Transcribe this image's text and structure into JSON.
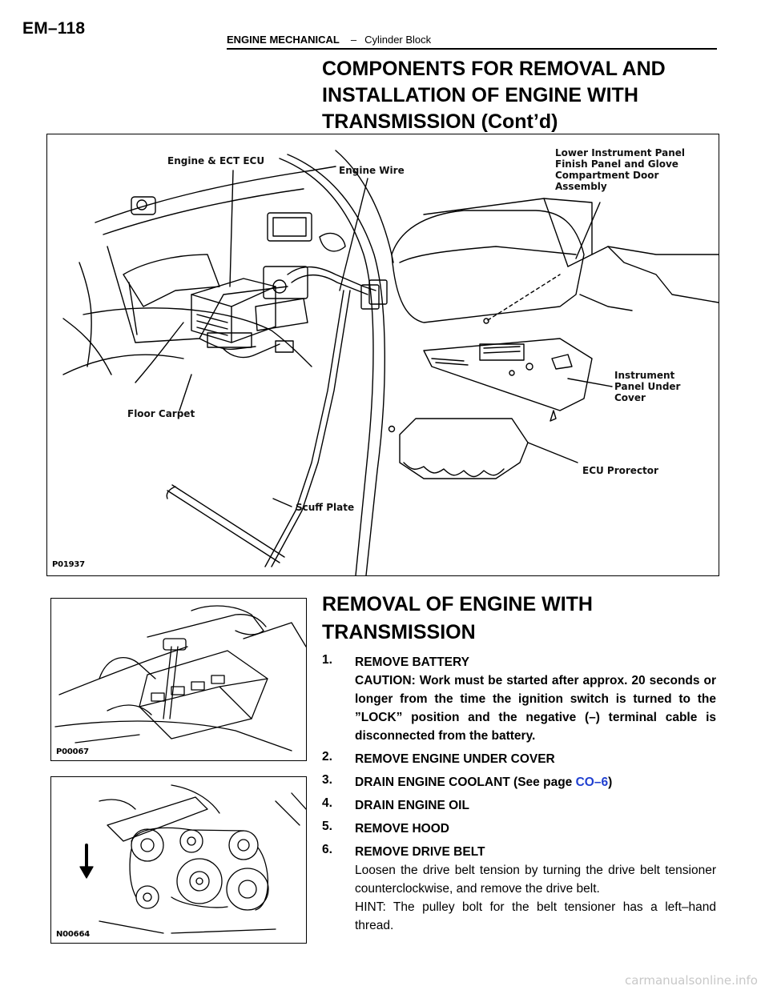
{
  "header": {
    "page_number": "EM–118",
    "section": "ENGINE MECHANICAL",
    "separator": "–",
    "subsection": "Cylinder Block"
  },
  "components_title": {
    "line1": "COMPONENTS FOR REMOVAL AND",
    "line2": "INSTALLATION OF ENGINE WITH",
    "line3": "TRANSMISSION (Cont’d)"
  },
  "main_figure": {
    "code": "P01937",
    "labels": {
      "ecu": "Engine & ECT ECU",
      "engine_wire": "Engine Wire",
      "glove_l1": "Lower Instrument Panel",
      "glove_l2": "Finish Panel and Glove",
      "glove_l3": "Compartment Door",
      "glove_l4": "Assembly",
      "under_l1": "Instrument",
      "under_l2": "Panel Under",
      "under_l3": "Cover",
      "floor_carpet": "Floor Carpet",
      "ecu_protector": "ECU Prorector",
      "scuff_plate": "Scuff Plate"
    }
  },
  "battery_figure": {
    "code": "P00067"
  },
  "belt_figure": {
    "code": "N00664"
  },
  "procedure": {
    "title_line1": "REMOVAL OF ENGINE WITH",
    "title_line2": "TRANSMISSION",
    "steps": [
      {
        "num": "1.",
        "title": "REMOVE BATTERY",
        "caution": "CAUTION: Work must be started after approx. 20 seconds or longer from the time the ignition switch is turned to the ”LOCK” position and the negative (–) terminal cable is disconnected from the battery."
      },
      {
        "num": "2.",
        "title": "REMOVE ENGINE UNDER COVER"
      },
      {
        "num": "3.",
        "title_prefix": "DRAIN ENGINE COOLANT (See page ",
        "link": "CO–6",
        "title_suffix": ")"
      },
      {
        "num": "4.",
        "title": "DRAIN ENGINE OIL"
      },
      {
        "num": "5.",
        "title": "REMOVE HOOD"
      },
      {
        "num": "6.",
        "title": "REMOVE DRIVE BELT",
        "text": "Loosen the drive belt tension by turning the drive belt tensioner counterclockwise, and remove the drive belt.",
        "hint": "HINT: The pulley bolt for the belt tensioner has a left–hand thread."
      }
    ]
  },
  "watermark": "carmanualsonline.info",
  "colors": {
    "link": "#1f3fd0",
    "text": "#000000",
    "watermark": "#c8c8c8"
  }
}
